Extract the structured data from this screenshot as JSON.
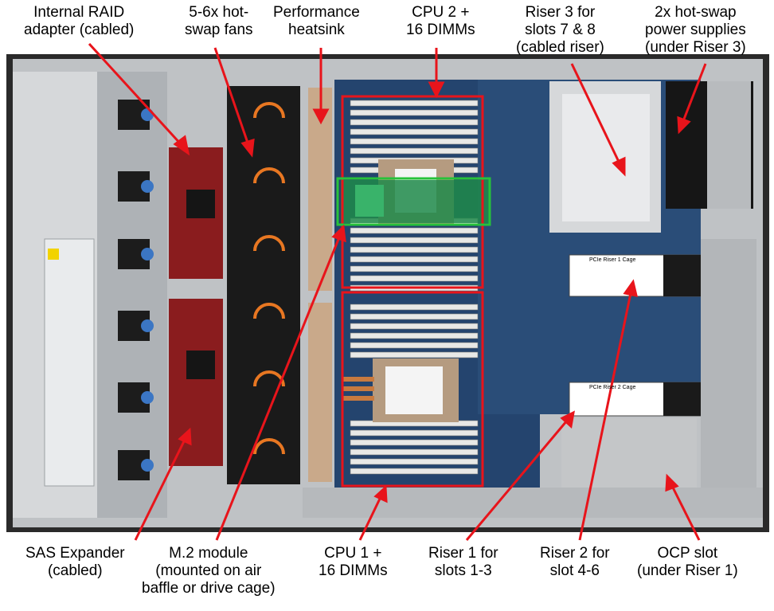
{
  "colors": {
    "callout": "#e8141b",
    "highlight_green": "#27c23a",
    "chassis_dark": "#2a2a2a",
    "chassis_metal": "#c9cbcd",
    "board_blue": "#24446e",
    "raid_red": "#8a1c1e",
    "dimm_white": "#e8e8e6"
  },
  "labels": {
    "raid": [
      "Internal RAID",
      "adapter (cabled)"
    ],
    "fans": [
      "5-6x hot-",
      "swap fans"
    ],
    "heatsink": [
      "Performance",
      "heatsink"
    ],
    "cpu2": [
      "CPU 2 +",
      "16 DIMMs"
    ],
    "riser3": [
      "Riser 3 for",
      "slots 7 & 8",
      "(cabled riser)"
    ],
    "psu": [
      "2x hot-swap",
      "power supplies",
      "(under Riser 3)"
    ],
    "sas": [
      "SAS Expander",
      "(cabled)"
    ],
    "m2": [
      "M.2 module",
      "(mounted on air",
      "baffle or drive cage)"
    ],
    "cpu1": [
      "CPU 1 +",
      "16 DIMMs"
    ],
    "riser1": [
      "Riser 1 for",
      "slots 1-3"
    ],
    "riser2": [
      "Riser 2 for",
      "slot 4-6"
    ],
    "ocp": [
      "OCP slot",
      "(under Riser 1)"
    ]
  },
  "riser_cards": {
    "riser1_title": "PCIe Riser 1 Cage",
    "riser2_title": "PCIe Riser 2 Cage"
  }
}
